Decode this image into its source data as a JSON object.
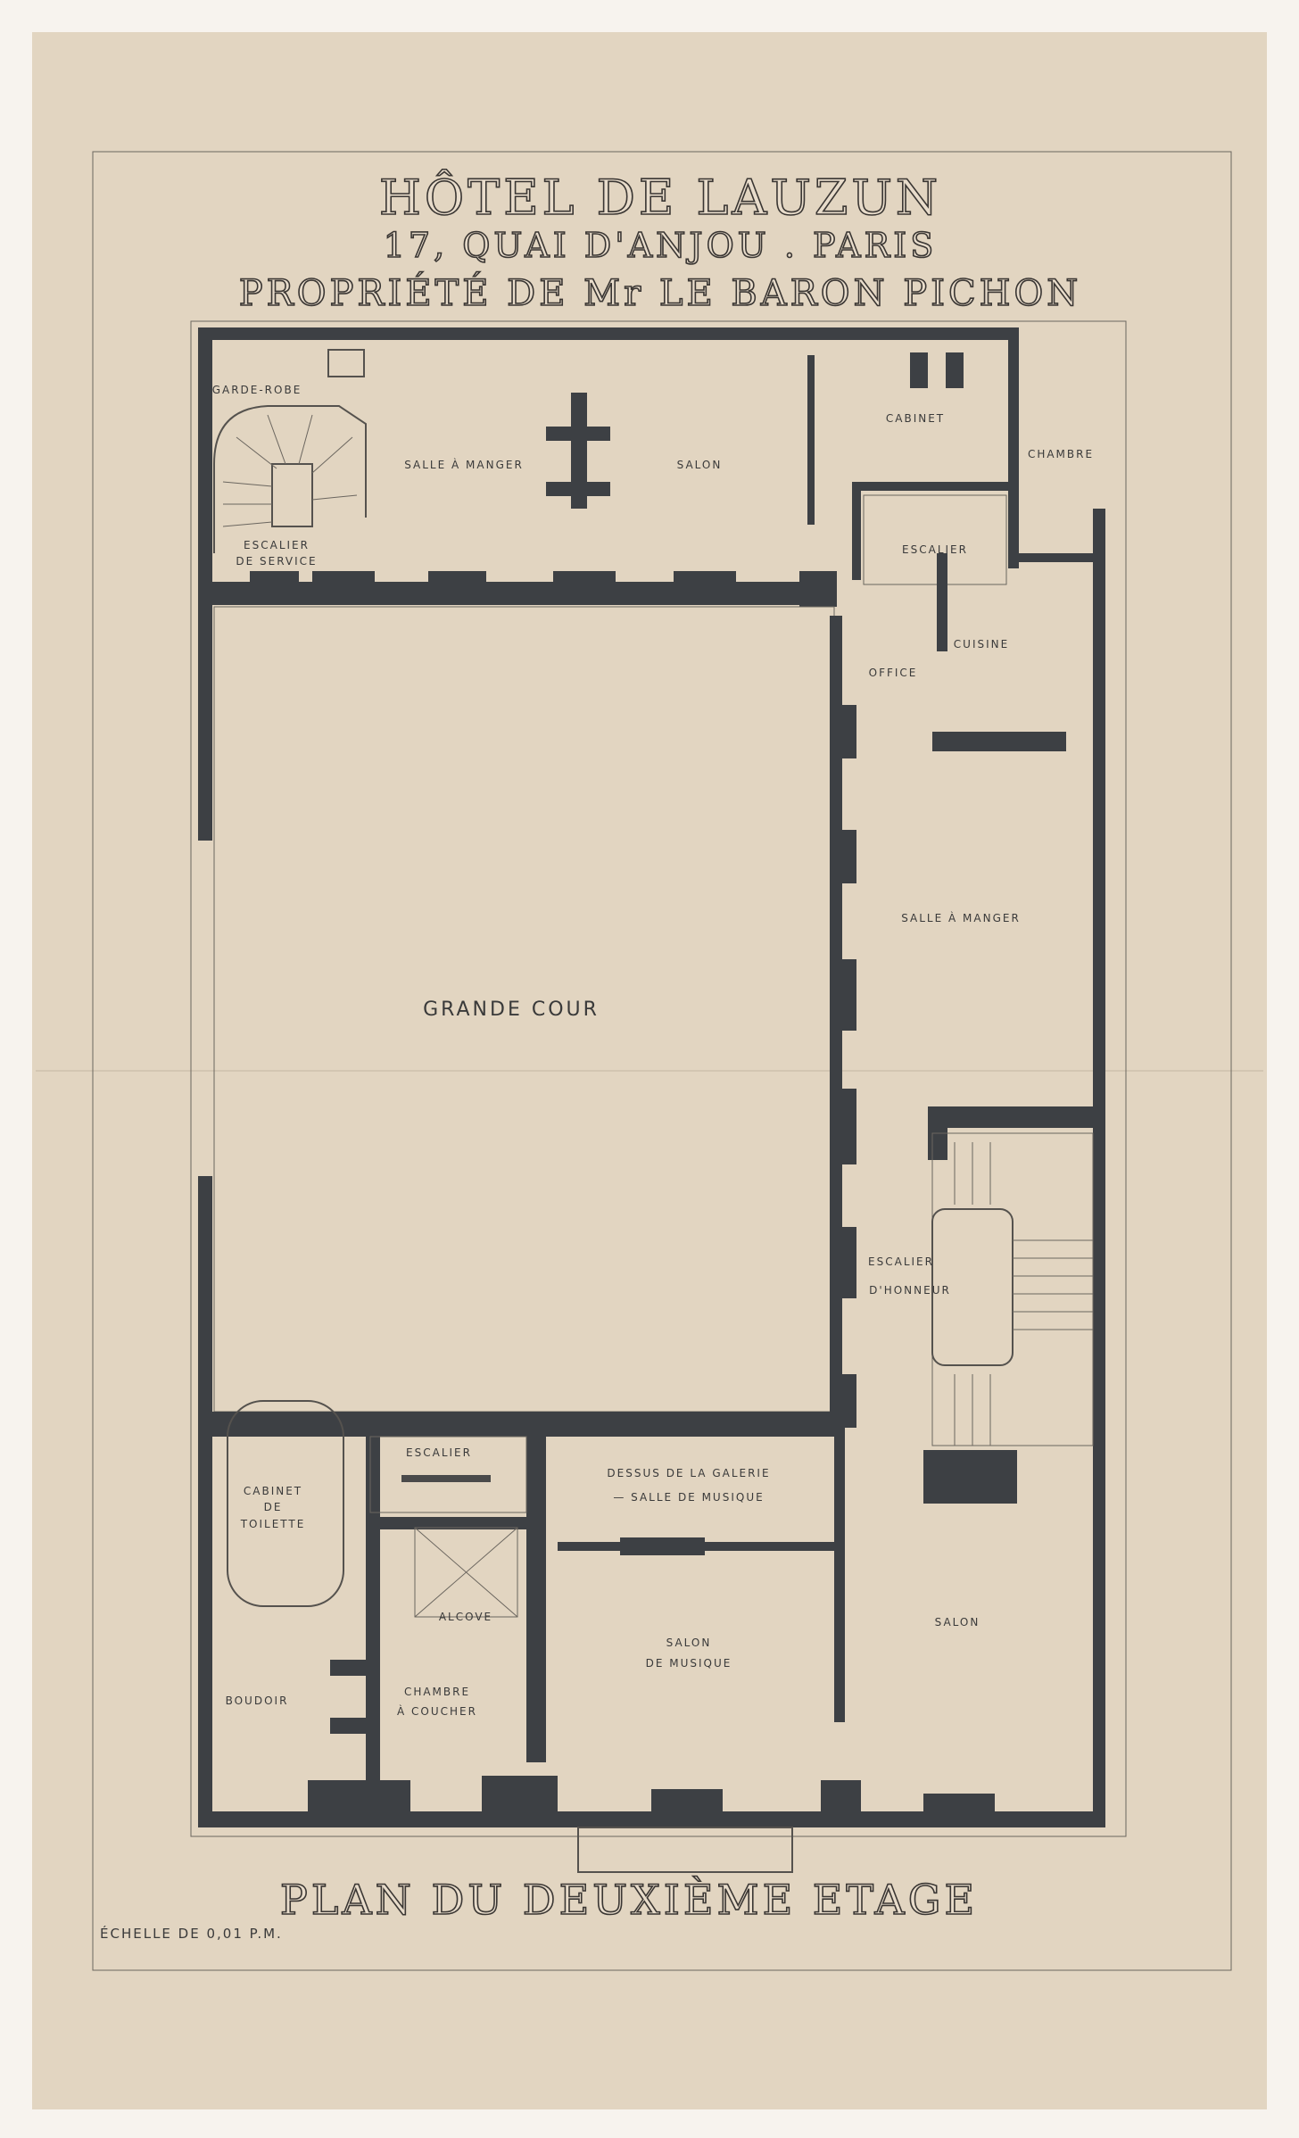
{
  "title": {
    "line1": "HÔTEL DE LAUZUN",
    "line2": "17, QUAI D'ANJOU . PARIS",
    "line3": "PROPRIÉTÉ DE Mr LE BARON PICHON"
  },
  "footer": {
    "plan_title": "PLAN DU DEUXIÈME ETAGE",
    "scale": "ÉCHELLE DE 0,01 P.M."
  },
  "rooms": {
    "salle_a_manger_top": "SALLE À MANGER",
    "salon_top": "SALON",
    "escalier_service_1": "ESCALIER",
    "escalier_service_2": "DE SERVICE",
    "garde_robe": "GARDE-ROBE",
    "cabinet": "CABINET",
    "chambre_top": "CHAMBRE",
    "escalier_small": "ESCALIER",
    "cuisine": "CUISINE",
    "office": "OFFICE",
    "salle_a_manger_right": "SALLE À MANGER",
    "grande_cour": "GRANDE COUR",
    "escalier_honneur_1": "ESCALIER",
    "escalier_honneur_2": "D'HONNEUR",
    "cabinet_toilette_1": "CABINET",
    "cabinet_toilette_2": "DE",
    "cabinet_toilette_3": "TOILETTE",
    "escalier_bottom": "ESCALIER",
    "salon_musique_1": "DESSUS DE LA GALERIE",
    "salon_musique_2": "— SALLE DE MUSIQUE",
    "salon_right": "SALON",
    "salon_bottom_1": "SALON",
    "salon_bottom_2": "DE MUSIQUE",
    "chambre_coucher_1": "CHAMBRE",
    "chambre_coucher_2": "À COUCHER",
    "boudoir": "BOUDOIR",
    "alcove": "ALCOVE"
  },
  "colors": {
    "paper": "#e2d5c1",
    "wall": "#3d4044",
    "ink": "#3a3633"
  }
}
